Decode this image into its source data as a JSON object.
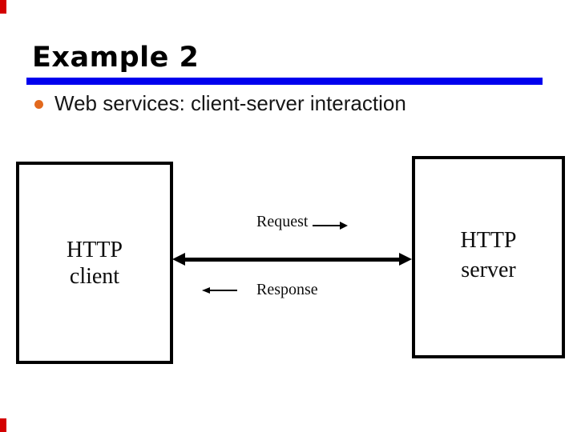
{
  "slide": {
    "title": "Example 2",
    "bullet_text": "Web services: client-server interaction",
    "colors": {
      "accent_bar": "#0000EE",
      "bullet": "#E2691D",
      "corner_marker": "#D40000",
      "text": "#000000",
      "background": "#FFFFFF"
    }
  },
  "diagram": {
    "client_box": {
      "line1": "HTTP",
      "line2": "client"
    },
    "server_box": {
      "line1": "HTTP",
      "line2": "server"
    },
    "request_label": "Request",
    "response_label": "Response"
  }
}
